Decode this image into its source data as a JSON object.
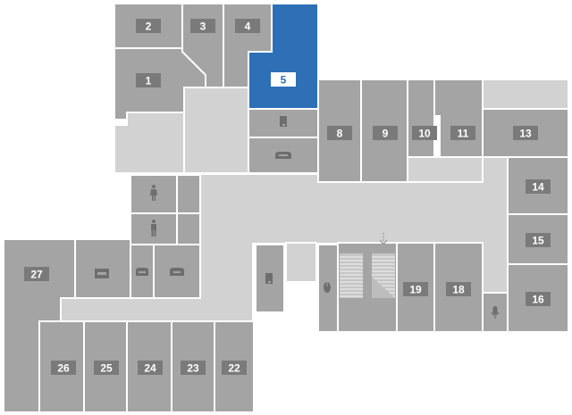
{
  "selected_room": "5",
  "rooms": {
    "r1": "1",
    "r2": "2",
    "r3": "3",
    "r4": "4",
    "r5": "5",
    "r8": "8",
    "r9": "9",
    "r10": "10",
    "r11": "11",
    "r13": "13",
    "r14": "14",
    "r15": "15",
    "r16": "16",
    "r18": "18",
    "r19": "19",
    "r22": "22",
    "r23": "23",
    "r24": "24",
    "r25": "25",
    "r26": "26",
    "r27": "27"
  },
  "icons": {
    "female_wc": "female-restroom-icon",
    "male_wc": "male-restroom-icon",
    "printer": "printer-icon",
    "copier": "copier-icon",
    "mouse": "computer-mouse-icon",
    "microphone": "microphone-icon",
    "stairs_down": "stairs-down-arrow-icon"
  },
  "colors": {
    "room": "#a4a4a4",
    "selected_room": "#2e6fb5",
    "common_area": "#d2d2d2",
    "label_badge": "#7a7a7a"
  }
}
